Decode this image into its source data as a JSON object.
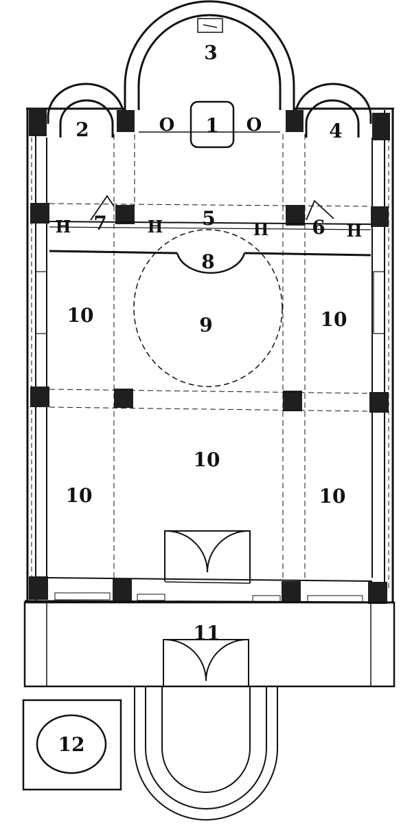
{
  "plan": {
    "ink_color": "#111111",
    "pillar_fill": "#1f1f1f",
    "background": "#ffffff",
    "labels": {
      "l1": "1",
      "l2": "2",
      "l3": "3",
      "l4": "4",
      "l5": "5",
      "l6": "6",
      "l7": "7",
      "l8": "8",
      "l9": "9",
      "l10a": "10",
      "l10b": "10",
      "l10c": "10",
      "l10d": "10",
      "l10e": "10",
      "l11": "11",
      "l12": "12"
    },
    "marks": {
      "o_left": "O",
      "o_right": "O",
      "h1": "H",
      "h2": "H",
      "h3": "H",
      "h4": "H"
    }
  }
}
